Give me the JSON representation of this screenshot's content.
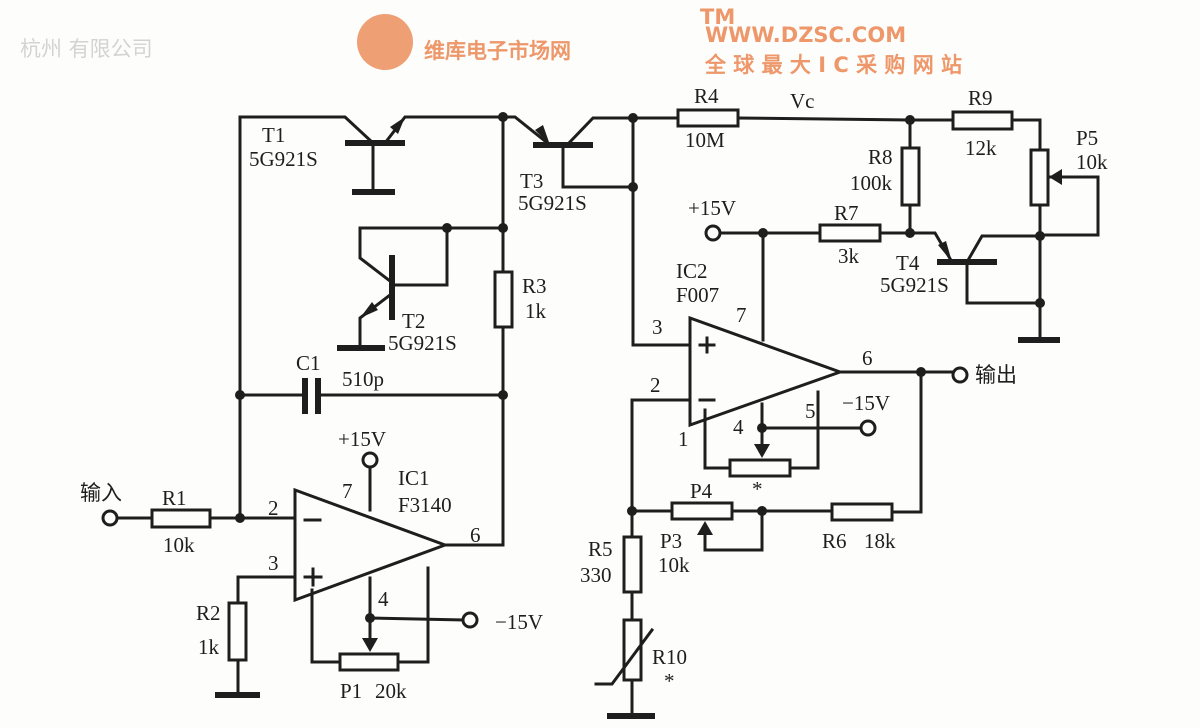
{
  "diagram": {
    "ic1": {
      "name": "IC1",
      "part": "F3140",
      "pins": {
        "p2": "2",
        "p3": "3",
        "p4": "4",
        "p6": "6",
        "p7": "7"
      }
    },
    "ic2": {
      "name": "IC2",
      "part": "F007",
      "pins": {
        "p1": "1",
        "p2": "2",
        "p3": "3",
        "p4": "4",
        "p5": "5",
        "p6": "6",
        "p7": "7"
      }
    },
    "transistors": {
      "t1": {
        "name": "T1",
        "part": "5G921S"
      },
      "t2": {
        "name": "T2",
        "part": "5G921S"
      },
      "t3": {
        "name": "T3",
        "part": "5G921S"
      },
      "t4": {
        "name": "T4",
        "part": "5G921S"
      }
    },
    "resistors": {
      "r1": {
        "name": "R1",
        "value": "10k"
      },
      "r2": {
        "name": "R2",
        "value": "1k"
      },
      "r3": {
        "name": "R3",
        "value": "1k"
      },
      "r4": {
        "name": "R4",
        "value": "10M"
      },
      "r5": {
        "name": "R5",
        "value": "330"
      },
      "r6": {
        "name": "R6",
        "value": "18k"
      },
      "r7": {
        "name": "R7",
        "value": "3k"
      },
      "r8": {
        "name": "R8",
        "value": "100k"
      },
      "r9": {
        "name": "R9",
        "value": "12k"
      },
      "r10": {
        "name": "R10",
        "mark": "*"
      }
    },
    "pots": {
      "p1": {
        "name": "P1",
        "value": "20k"
      },
      "p3": {
        "name": "P3",
        "value": "10k"
      },
      "p4": {
        "name": "P4",
        "mark": "*"
      },
      "p5": {
        "name": "P5",
        "value": "10k"
      }
    },
    "c1": {
      "name": "C1",
      "value": "510p"
    },
    "labels": {
      "input": "输入",
      "output": "输出",
      "vc": "Vc",
      "plus15_ic1": "+15V",
      "minus15_ic1": "−15V",
      "plus15_ic2": "+15V",
      "minus15_ic2": "−15V"
    }
  },
  "watermark": {
    "company": "杭州    有限公司",
    "brand": "维库电子市场网",
    "tm": "TM",
    "url": "WWW.DZSC.COM",
    "slogan": "全 球 最 大 I C 采 购 网 站"
  }
}
